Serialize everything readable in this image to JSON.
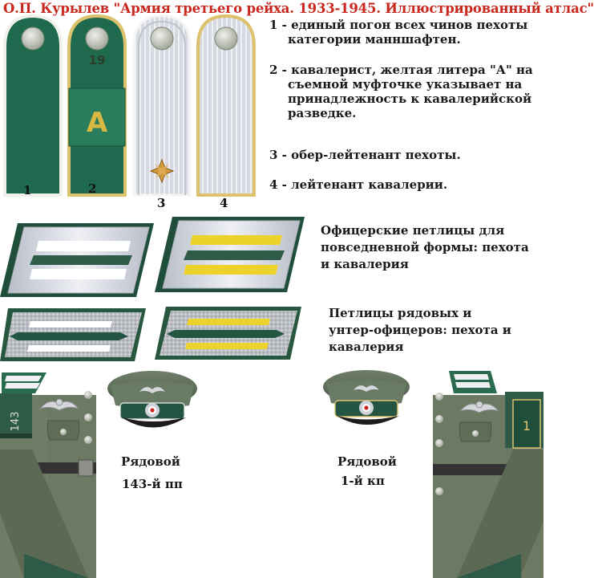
{
  "title": "О.П. Курылев \"Армия третьего рейха. 1933-1945. Иллюстрированный атлас\"",
  "shoulder_boards": {
    "labels": [
      "1",
      "2",
      "3",
      "4"
    ],
    "b2_number": "19",
    "b2_letter": "A",
    "colors": {
      "board": "#1f6a4e",
      "piping_infantry": "#f1f1ec",
      "piping_cavalry": "#dcc26c",
      "silver": "#c9cdd6"
    }
  },
  "legend": [
    {
      "line1": "1 - единый погон всех чинов пехоты",
      "line2": "категории манншафтен."
    },
    {
      "line1": "2 - кавалерист, желтая литера \"А\" на",
      "line2": "съемной муфточке указывает на",
      "line3": "принадлежность к кавалерийской",
      "line4": "разведке."
    },
    {
      "line1": "3 - обер-лейтенант пехоты."
    },
    {
      "line1": "4 - лейтенант кавалерии."
    }
  ],
  "officer_collar": {
    "caption": [
      "Офицерские петлицы для",
      "повседневной формы: пехота",
      "и кавалерия"
    ]
  },
  "enlisted_collar": {
    "caption": [
      "Петлицы рядовых и",
      "унтер-офицеров: пехота и",
      "кавалерия"
    ]
  },
  "soldier_left": {
    "tab_number": "143",
    "rank": "Рядовой",
    "unit": "143-й пп"
  },
  "soldier_right": {
    "tab_number": "1",
    "rank": "Рядовой",
    "unit": "1-й кп"
  },
  "colors": {
    "title": "#c8281e",
    "tunic": "#6c7a63",
    "collar_green": "#2e5a47",
    "cavalry_yellow": "#ecd22a",
    "infantry_white": "#ffffff"
  }
}
